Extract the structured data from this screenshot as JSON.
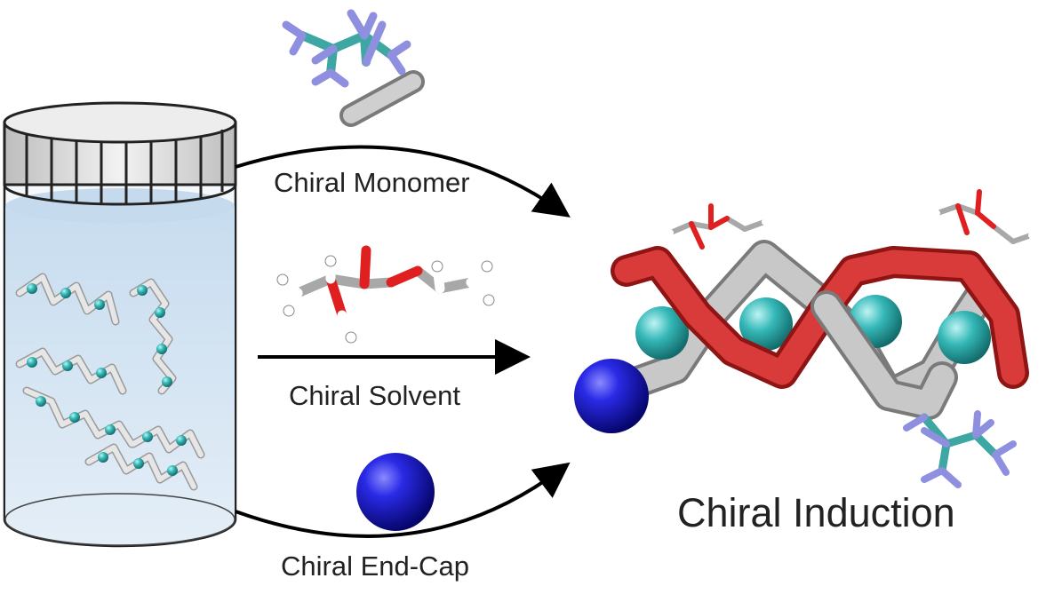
{
  "labels": {
    "monomer": "Chiral Monomer",
    "solvent": "Chiral Solvent",
    "endcap": "Chiral End-Cap",
    "title": "Chiral Induction"
  },
  "colors": {
    "cap_fill": "#d9d9d9",
    "cap_ridge": "#222222",
    "liquid": "#d6e6f3",
    "helix_strand": "#c8c8c8",
    "helix_red": "#d93a3a",
    "teal_bead": "#35b8b8",
    "endcap_sphere": "#1515c8",
    "carbon": "#cfcfcf",
    "oxygen": "#e02020",
    "hydrogen": "#ffffff",
    "fluoro_teal": "#7fd3cf",
    "fluoro_violet": "#9a9ae6",
    "arrow": "#000000"
  },
  "icons": [
    "vial-icon",
    "monomer-molecule-icon",
    "solvent-molecule-icon",
    "endcap-sphere-icon",
    "helix-polymer-icon"
  ]
}
